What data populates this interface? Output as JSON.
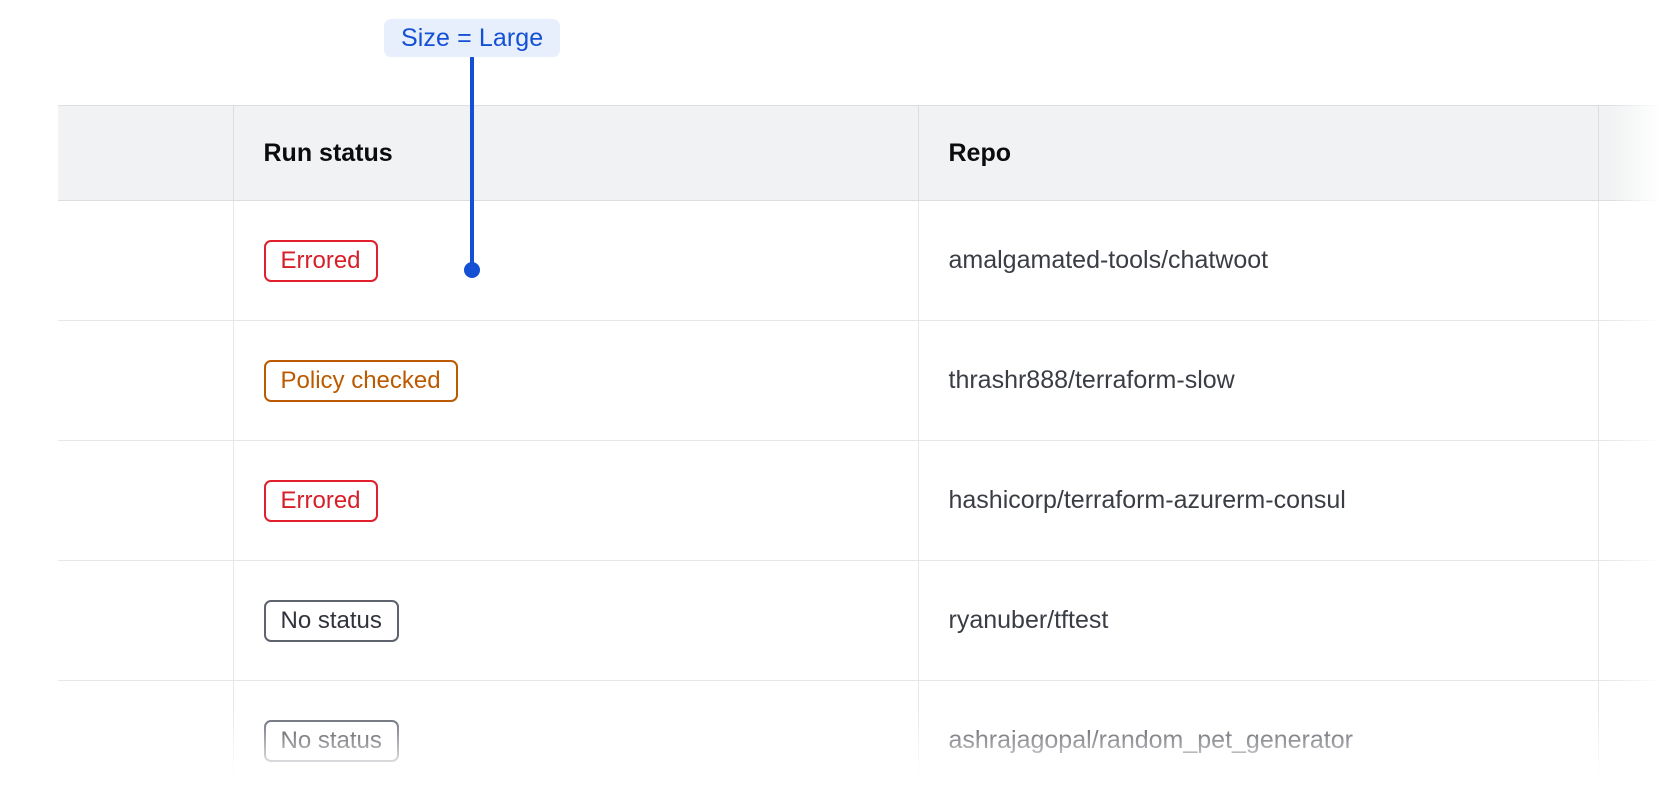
{
  "annotation": {
    "label": "Size = Large",
    "accent_color": "#1450d4",
    "badge_bg": "#e8effc"
  },
  "table": {
    "columns": [
      {
        "key": "select",
        "label": ""
      },
      {
        "key": "status",
        "label": "Run status"
      },
      {
        "key": "repo",
        "label": "Repo"
      },
      {
        "key": "extra",
        "label": ""
      }
    ],
    "rows": [
      {
        "status": "Errored",
        "status_kind": "errored",
        "repo": "amalgamated-tools/chatwoot"
      },
      {
        "status": "Policy checked",
        "status_kind": "policy-checked",
        "repo": "thrashr888/terraform-slow"
      },
      {
        "status": "Errored",
        "status_kind": "errored",
        "repo": "hashicorp/terraform-azurerm-consul"
      },
      {
        "status": "No status",
        "status_kind": "no-status",
        "repo": "ryanuber/tftest"
      },
      {
        "status": "No status",
        "status_kind": "no-status",
        "repo": "ashrajagopal/random_pet_generator"
      }
    ],
    "status_colors": {
      "errored": "#d61f28",
      "policy_checked": "#bb5a00",
      "no_status": "#31333b"
    },
    "header_bg": "#f1f2f3",
    "border_color": "#e6e7ea"
  }
}
